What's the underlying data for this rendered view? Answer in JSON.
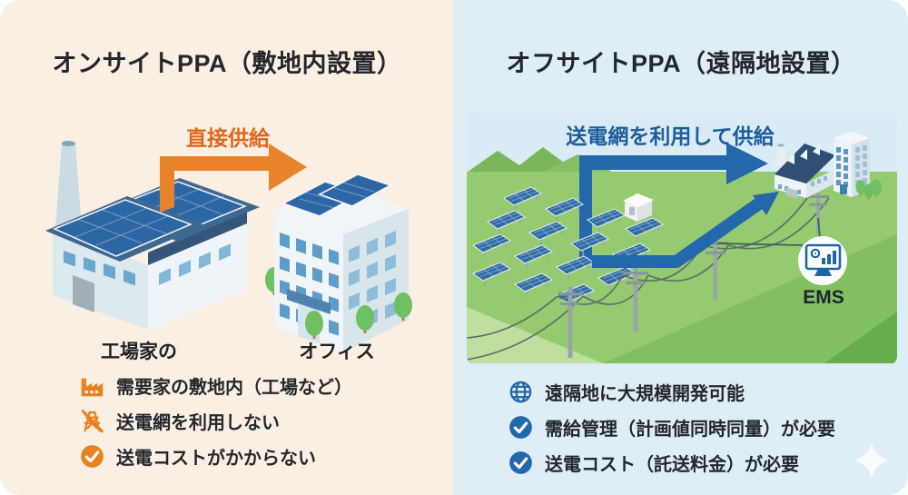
{
  "left": {
    "title": "オンサイトPPA（敷地内設置）",
    "arrow_label": "直接供給",
    "factory_label": "工場家の",
    "office_label": "オフィス",
    "bullets": [
      {
        "icon": "factory-icon",
        "text": "需要家の敷地内（工場など）"
      },
      {
        "icon": "no-transmission-icon",
        "text": "送電網を利用しない"
      },
      {
        "icon": "check-icon",
        "text": "送電コストがかからない"
      }
    ],
    "colors": {
      "background": "#f9efe3",
      "accent": "#e8821f",
      "arrow_text": "#e2661b"
    }
  },
  "right": {
    "title": "オフサイトPPA（遠隔地設置）",
    "arrow_label": "送電網を利用して供給",
    "ems_label": "EMS",
    "bullets": [
      {
        "icon": "globe-icon",
        "text": "遠隔地に大規模開発可能"
      },
      {
        "icon": "check-icon",
        "text": "需給管理（計画値同時同量）が必要"
      },
      {
        "icon": "check-icon",
        "text": "送電コスト（託送料金）が必要"
      }
    ],
    "colors": {
      "background": "#dfeef5",
      "accent": "#2268aa",
      "arrow_text": "#1e5d9c"
    }
  }
}
